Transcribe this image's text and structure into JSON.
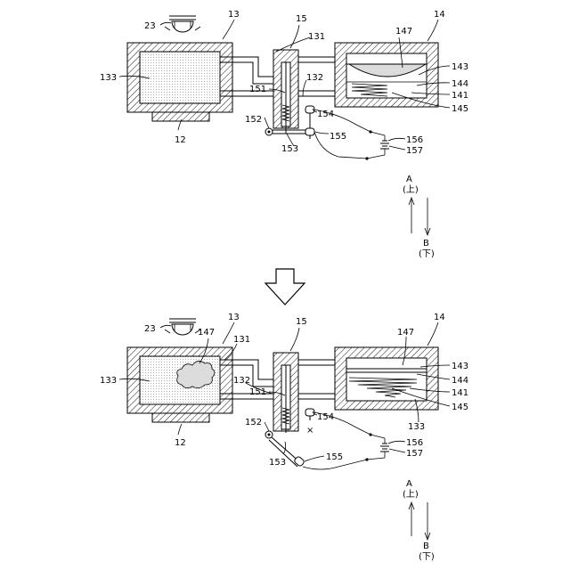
{
  "labels": {
    "n12": "12",
    "n13": "13",
    "n14": "14",
    "n15": "15",
    "n23": "23",
    "n131": "131",
    "n132": "132",
    "n133": "133",
    "n141": "141",
    "n143": "143",
    "n144": "144",
    "n145": "145",
    "n147": "147",
    "n151": "151",
    "n152": "152",
    "n153": "153",
    "n154": "154",
    "n155": "155",
    "n156": "156",
    "n157": "157",
    "dir_a": "A",
    "dir_a_sub": "(上)",
    "dir_b": "B",
    "dir_b_sub": "(下)",
    "cross_mark": "×"
  }
}
